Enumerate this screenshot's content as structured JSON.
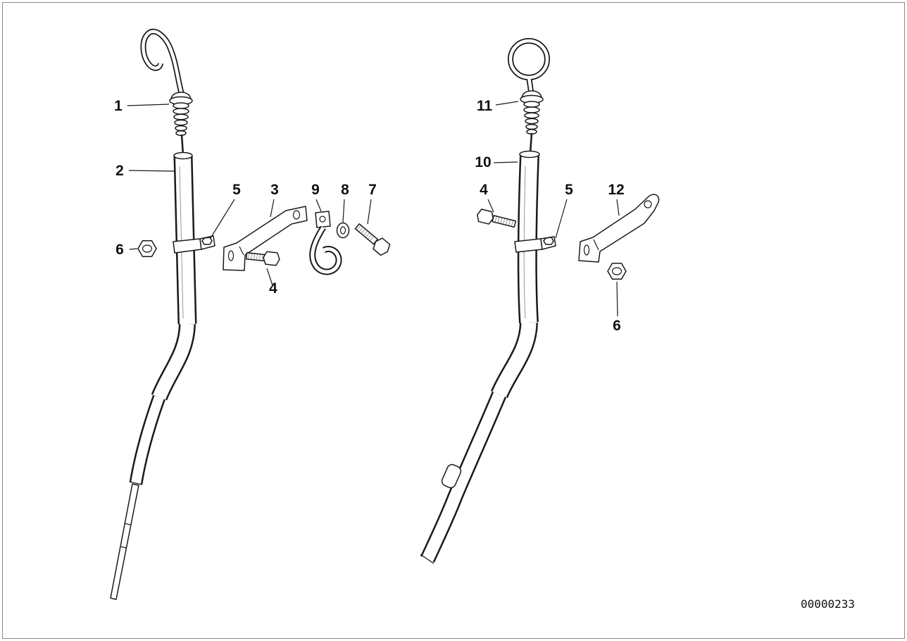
{
  "page": {
    "doc_number": "00000233",
    "background_color": "#ffffff",
    "line_color": "#1a1a1a"
  },
  "callouts": {
    "left": [
      "1",
      "2",
      "3",
      "4",
      "5",
      "6",
      "7",
      "8",
      "9"
    ],
    "right": [
      "11",
      "10",
      "4",
      "5",
      "12",
      "6"
    ]
  }
}
